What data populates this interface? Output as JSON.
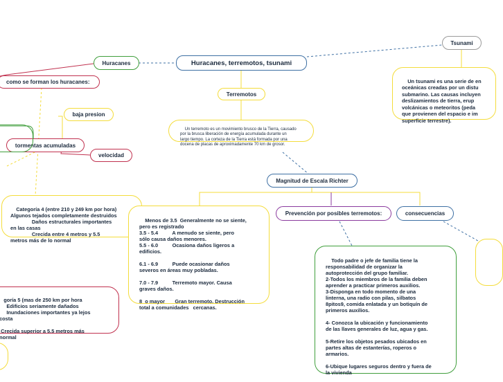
{
  "nodes": {
    "central": "Huracanes, terremotos, tsunami",
    "huracanes": "Huracanes",
    "tsunami": "Tsunami",
    "terremotos": "Terremotos",
    "como_se_forman": "como se forman los huracanes:",
    "baja_presion": "baja presion",
    "tormentas": "tormentas acumuladas",
    "velocidad": "velocidad",
    "magnitud": "Magnitud de Escala Richter",
    "prevencion": "Prevención por posibles terremotos:",
    "consecuencias": "consecuencias"
  },
  "texts": {
    "terremoto_def": "Un terremoto es un movimiento brusco de la Tierra, causado\npor la brusca liberación de energía acumulada durante un\nlargo tiempo. La corteza de la Tierra está formada por una\ndocena de placas de aproximadamente 70 km de grosor.",
    "tsunami_def": "Un tsunami es una serie de en\noceánicas creadas por un distu\nsubmarino. Las causas incluyen\ndeslizamientos de tierra, erup\nvolcánicas o meteoritos (peda\nque provienen del espacio e im\nsuperficie terrestre).",
    "categoria4": "Categoría 4 (entre 210 y 249 km por hora)\nAlgunos tejados completamente destruidos\n               Daños estructurales importantes\nen las casas\n               Crecida entre 4 metros y 5.5\nmetros más de lo normal",
    "categoria5": "goría 5 (mas de 250 km por hora\n      Edificios seriamente dañados\n      Inundaciones importantes ya lejos\n costa\n\n  Crecida superior a 5.5 metros más\n normal",
    "richter": "Menos de 3.5  Generalmente no se siente,\npero es registrado\n3.5 - 5.4          A menudo se siente, pero\nsólo causa daños menores.\n5.5 - 6.0          Ocasiona daños ligeros a\nedificios.\n\n6.1 - 6.9          Puede ocasionar daños\nseveros en áreas muy pobladas.\n\n7.0 - 7.9          Terremoto mayor. Causa\ngraves daños.\n\n8  o mayor       Gran terremoto. Destrucción\ntotal a comunidades   cercanas.",
    "prevencion_list": "Todo padre o jefe de familia tiene la\nresponsabilidad de organizar la\nautoprotección del grupo familiar.\n2-Todos los miembros de la familia deben\naprender a practicar primeros auxilios.\n3-Disponga en todo momento de una\nlinterna, una radio con pilas, silbatos\n8pitos9, comida enlatada y un botiquín de\nprimeros auxilios.\n\n4- Conozca la ubicación y funcionamiento\nde las llaves generales de luz, agua y gas.\n\n5-Retire los objetos pesados ubicados en\npartes altas de estanterías, roperos o\narmarios.\n\n6-Ubique lugares seguros dentro y fuera de\nla vivienda"
  },
  "colors": {
    "blue": "#3d6fa3",
    "green": "#3f9e3b",
    "red": "#c0304e",
    "yellow": "#f4dc3a",
    "gray": "#9a9a9a",
    "purple": "#8a3a9e"
  }
}
